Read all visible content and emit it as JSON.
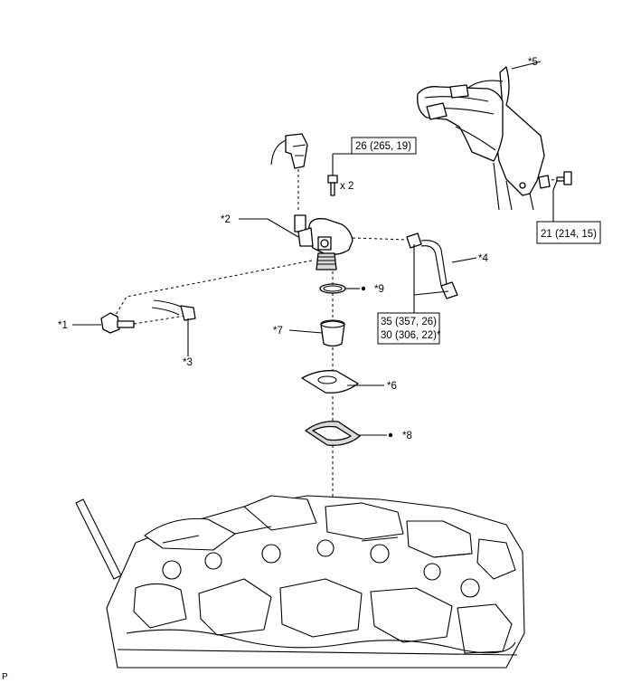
{
  "callouts": {
    "c1": "*1",
    "c2": "*2",
    "c3": "*3",
    "c4": "*4",
    "c5": "*5",
    "c6": "*6",
    "c7": "*7",
    "c8": "*8",
    "c9": "*9"
  },
  "torques": {
    "bolt_pump": "26 (265, 19)",
    "bolt_pump_qty": "x 2",
    "bracket_bolt": "21 (214, 15)",
    "pipe_line1": "35 (357, 26)",
    "pipe_line2": "30 (306, 22)*"
  },
  "figure_code": "P",
  "colors": {
    "line": "#000000",
    "shade": "#d9d9d9",
    "background": "#ffffff"
  },
  "markers": {
    "non_reusable_part": "filled-dot"
  }
}
